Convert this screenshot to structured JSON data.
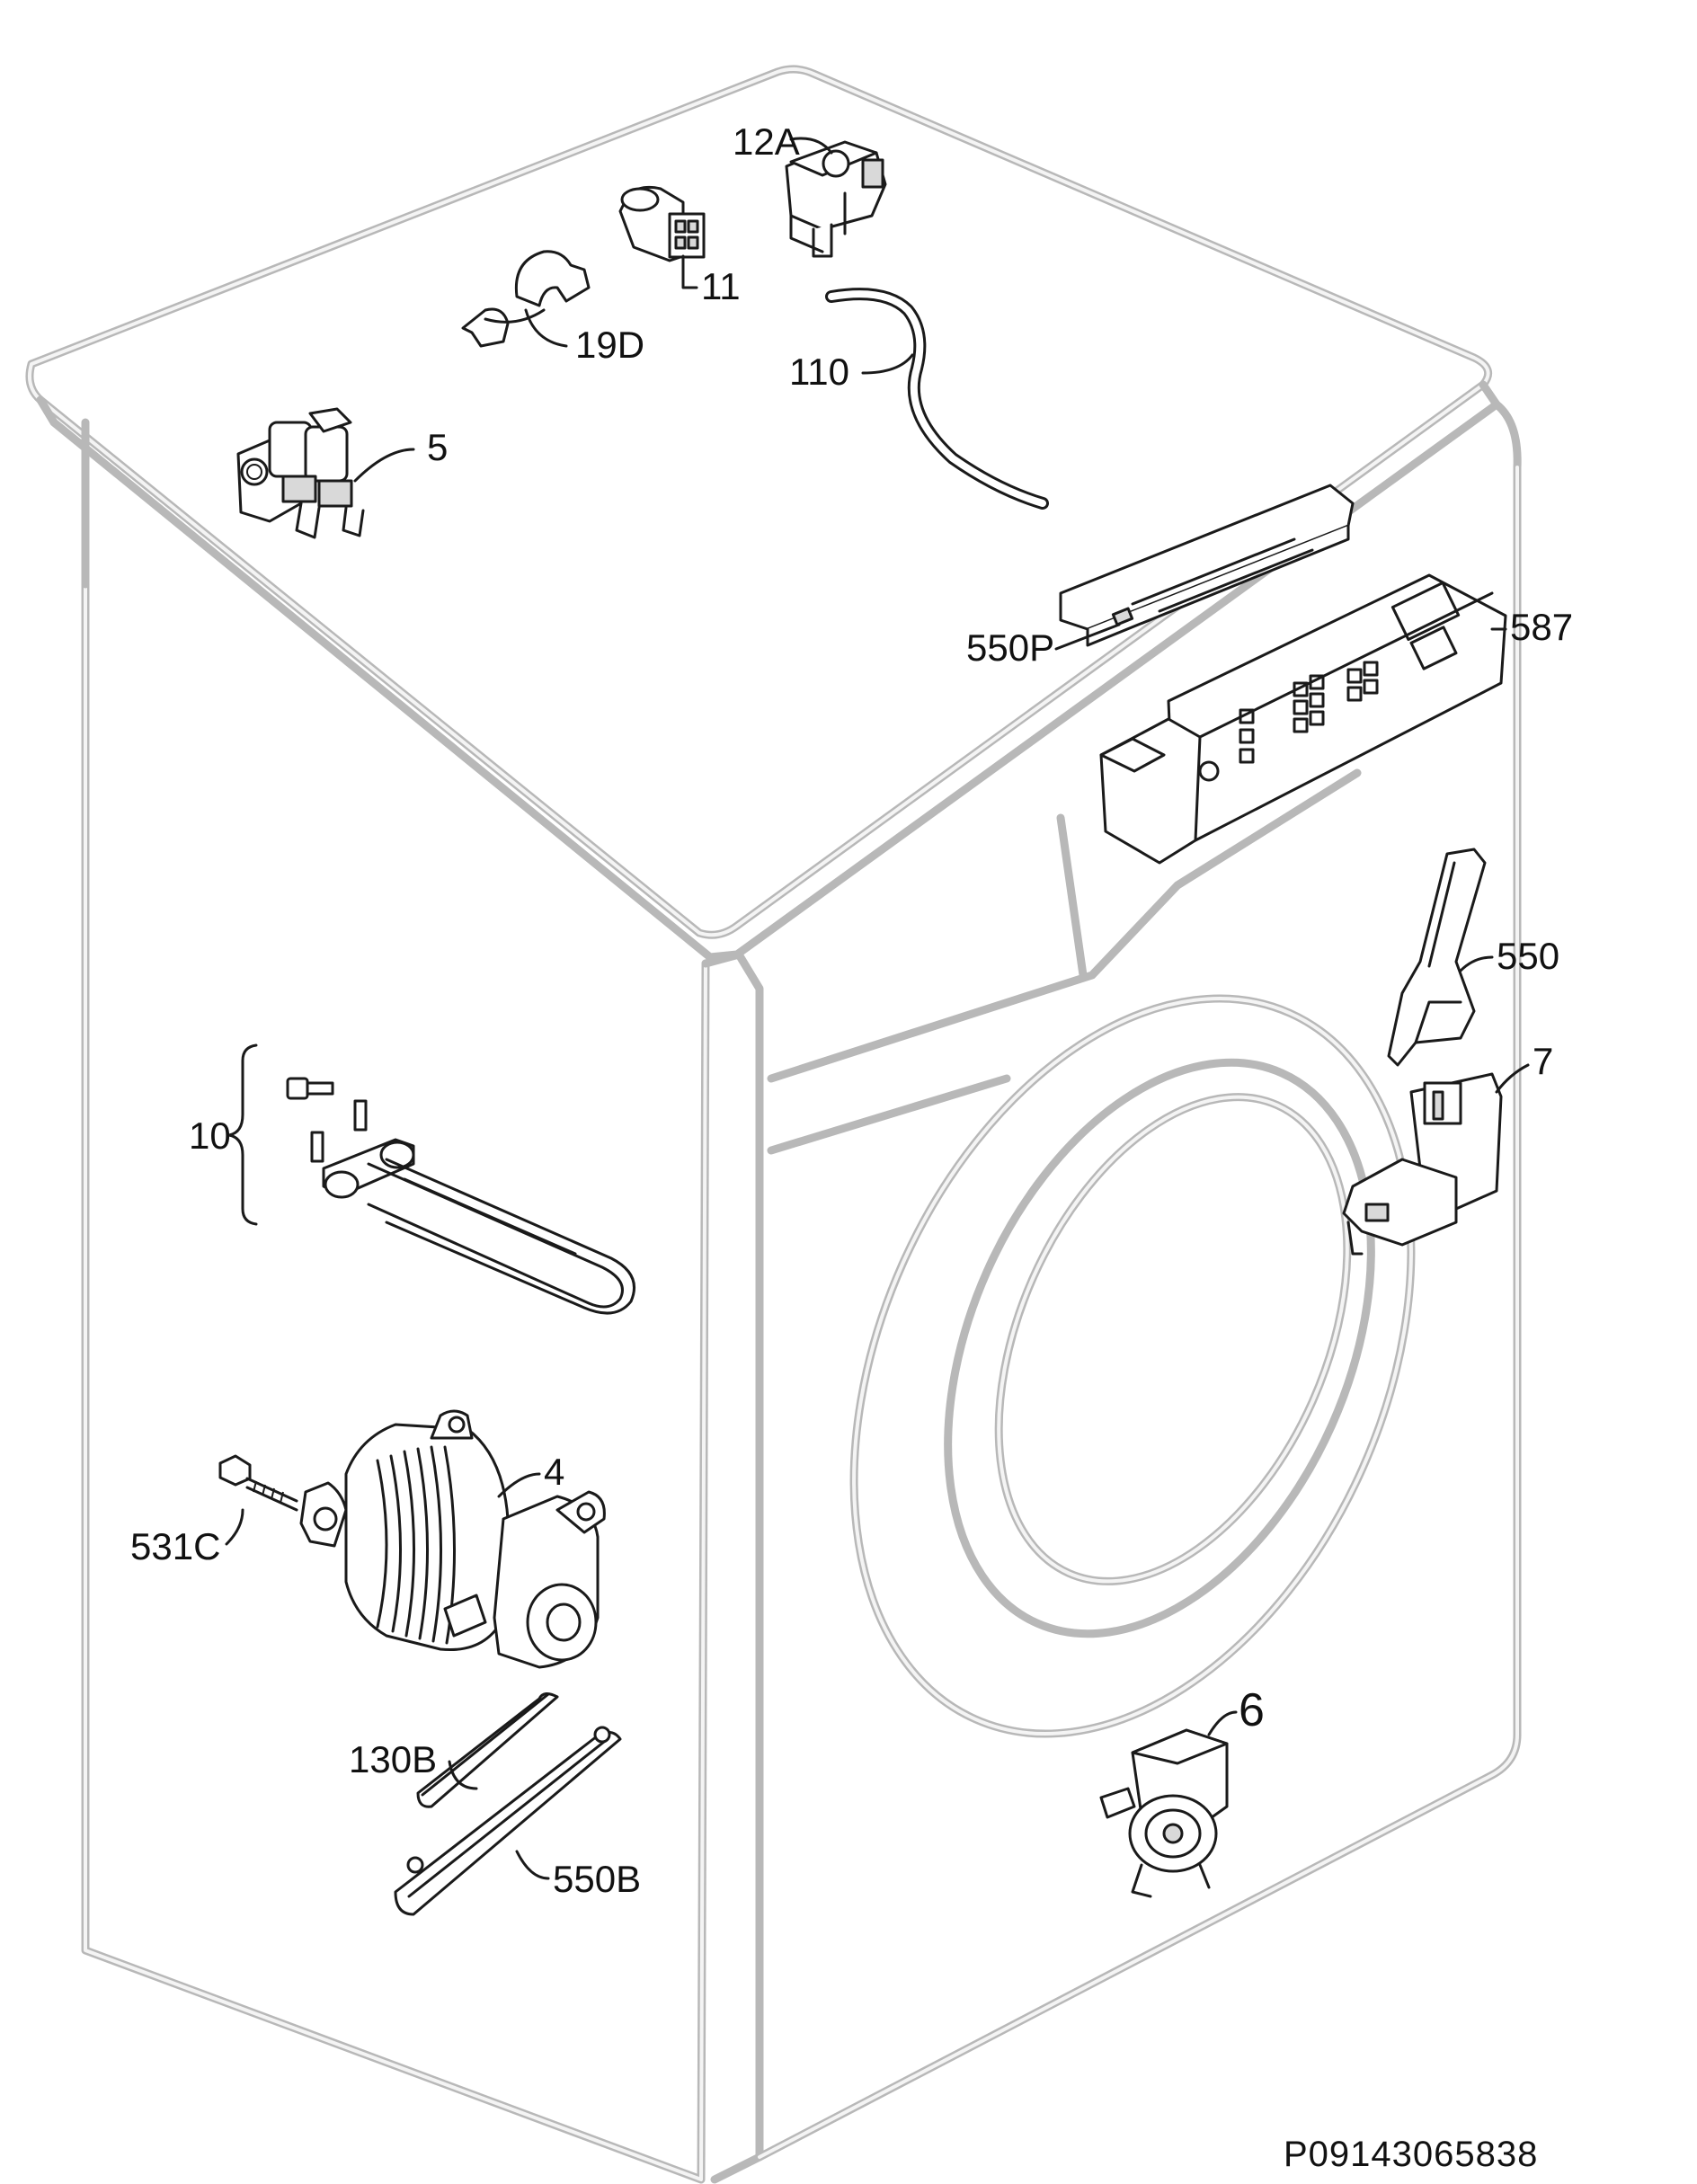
{
  "labels": {
    "p12a": "12A",
    "p11": "11",
    "p19d": "19D",
    "p110": "110",
    "p5": "5",
    "p550p": "550P",
    "p587": "587",
    "p550": "550",
    "p7": "7",
    "p10": "10",
    "p4": "4",
    "p531c": "531C",
    "p6": "6",
    "p130b": "130B",
    "p550b": "550B"
  },
  "document_id": "P09143065838"
}
